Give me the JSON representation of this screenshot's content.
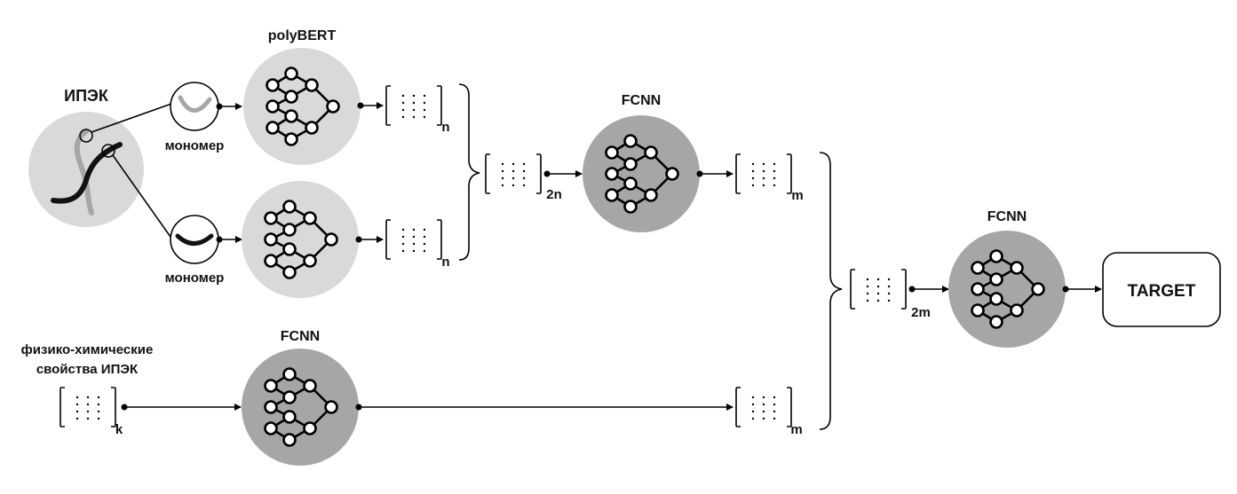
{
  "labels": {
    "ipek": "ИПЭК",
    "monomer_top": "мономер",
    "monomer_bottom": "мономер",
    "polybert": "polyBERT",
    "fcnn_mid": "FCNN",
    "fcnn_bottom": "FCNN",
    "fcnn_right": "FCNN",
    "physchem_line1": "физико-химические",
    "physchem_line2": "свойства ИПЭК",
    "target": "TARGET"
  },
  "dims": {
    "n_top": "n",
    "n_bottom": "n",
    "concat_2n": "2n",
    "m_mid": "m",
    "m_bottom": "m",
    "concat_2m": "2m",
    "k": "k"
  },
  "colors": {
    "polybert_fill": "#d9d9d9",
    "fcnn_fill": "#a6a6a6",
    "ipek_fill": "#d9d9d9",
    "chain_grey": "#a6a6a6",
    "chain_black": "#111111"
  }
}
